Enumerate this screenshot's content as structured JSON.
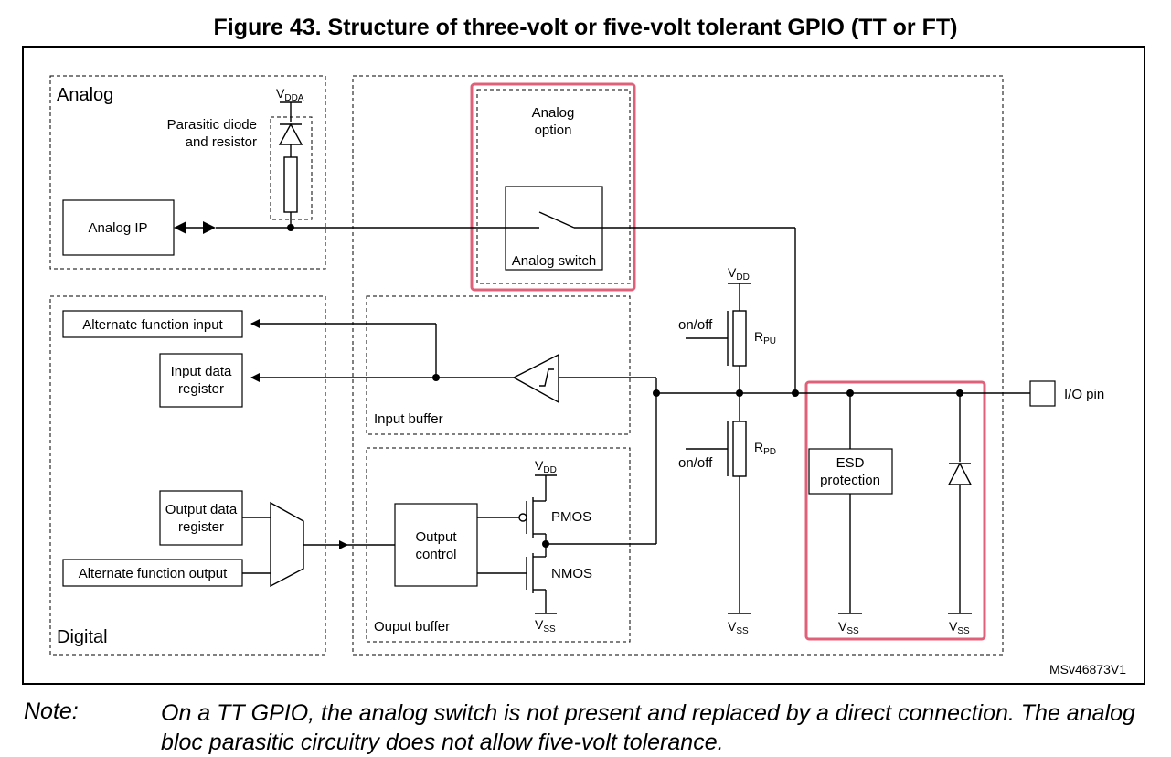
{
  "figure": {
    "title": "Figure 43. Structure of three-volt or five-volt tolerant GPIO (TT or FT)",
    "code": "MSv46873V1"
  },
  "regions": {
    "analog": "Analog",
    "digital": "Digital",
    "parasitic_1": "Parasitic diode",
    "parasitic_2": "and resistor",
    "analog_option_1": "Analog",
    "analog_option_2": "option",
    "input_buffer": "Input buffer",
    "output_buffer": "Ouput buffer"
  },
  "blocks": {
    "analog_ip": "Analog IP",
    "analog_switch": "Analog switch",
    "alt_func_input": "Alternate function input",
    "input_data_reg_1": "Input data",
    "input_data_reg_2": "register",
    "output_data_reg_1": "Output data",
    "output_data_reg_2": "register",
    "alt_func_output": "Alternate function output",
    "output_control_1": "Output",
    "output_control_2": "control",
    "esd_1": "ESD",
    "esd_2": "protection",
    "io_pin": "I/O pin"
  },
  "components": {
    "pmos": "PMOS",
    "nmos": "NMOS",
    "on_off_pu": "on/off",
    "on_off_pd": "on/off"
  },
  "supplies": {
    "vdda": {
      "main": "V",
      "sub": "DDA"
    },
    "vdd_pu": {
      "main": "V",
      "sub": "DD"
    },
    "vdd_pmos": {
      "main": "V",
      "sub": "DD"
    },
    "rpu": {
      "main": "R",
      "sub": "PU"
    },
    "rpd": {
      "main": "R",
      "sub": "PD"
    },
    "vss_nmos": {
      "main": "V",
      "sub": "SS"
    },
    "vss_pd": {
      "main": "V",
      "sub": "SS"
    },
    "vss_esd": {
      "main": "V",
      "sub": "SS"
    },
    "vss_diode": {
      "main": "V",
      "sub": "SS"
    }
  },
  "colors": {
    "highlight": "#e0607a",
    "line": "#000000"
  },
  "note": {
    "label": "Note:",
    "text": "On a TT GPIO, the analog switch is not present and replaced by a direct connection. The analog bloc parasitic circuitry does not allow five-volt tolerance."
  }
}
